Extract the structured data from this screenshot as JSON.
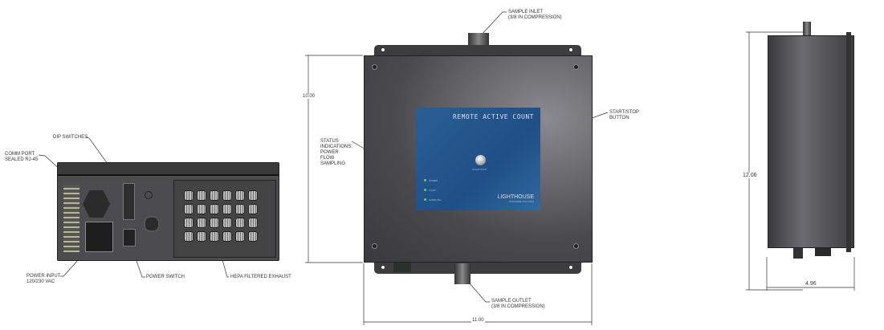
{
  "rear_view": {
    "labels": {
      "dip_switches": "DIP SWITCHES",
      "comm_port": "COMM PORT\nSEALED RJ-45",
      "power_input": "POWER INPUT\n120/230 VAC",
      "power_switch": "POWER SWITCH",
      "hepa_exhaust": "HEPA FILTERED EXHAUST"
    }
  },
  "front_view": {
    "labels": {
      "sample_inlet": "SAMPLE INLET\n(3/8 IN COMPRESSION)",
      "status_indications": "STATUS\nINDICATIONS:\nPOWER\nFLOW\nSAMPLING",
      "start_stop_button": "START/STOP\nBUTTON",
      "sample_outlet": "SAMPLE OUTLET\n(3/8 IN COMPRESSION)"
    },
    "panel": {
      "title": "REMOTE ACTIVE COUNT",
      "button_caption": "START/STOP",
      "leds": [
        "POWER",
        "FLOW",
        "SAMPLING"
      ],
      "brand": "LIGHTHOUSE",
      "brand_sub": "WORLDWIDE SOLUTIONS"
    },
    "dimensions": {
      "height": "10.00",
      "width": "11.00"
    }
  },
  "side_view": {
    "dimensions": {
      "height": "12.06",
      "depth": "4.96"
    }
  },
  "colors": {
    "enclosure": "#4a4a4e",
    "label_panel": "#2a5f94",
    "led": "#66cc66"
  }
}
